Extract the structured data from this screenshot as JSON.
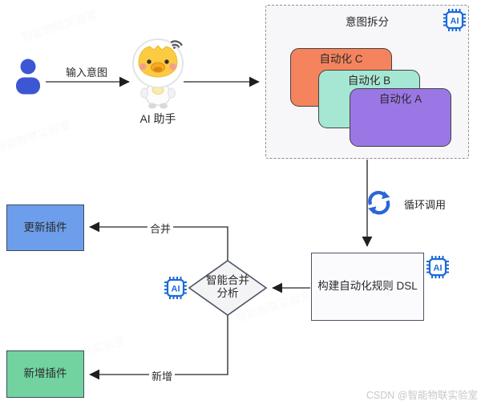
{
  "actors": {
    "assistant_label": "AI 助手"
  },
  "edges": {
    "input_intent": "输入意图",
    "loop_call": "循环调用",
    "merge": "合并",
    "add": "新增"
  },
  "intent_group": {
    "title": "意图拆分",
    "cards": [
      {
        "label": "自动化 C",
        "color": "#f5835d"
      },
      {
        "label": "自动化 B",
        "color": "#a6e7d3"
      },
      {
        "label": "自动化 A",
        "color": "#9b77e5"
      }
    ]
  },
  "nodes": {
    "dsl_box": "构建自动化规则 DSL",
    "merge_diamond_line1": "智能合并",
    "merge_diamond_line2": "分析",
    "update_plugin": "更新插件",
    "add_plugin": "新增插件"
  },
  "icons": {
    "ai_chip_label": "AI"
  },
  "colors": {
    "person_blue": "#3d56d4",
    "chip_blue": "#1b6bd8",
    "loop_blue": "#2a66d9",
    "update_box_blue": "#6d9eeb",
    "add_box_green": "#72d3a0",
    "line_gray": "#4a4a4a"
  },
  "watermark": {
    "corner": "CSDN @智能物联实验室",
    "diagonal": "智能物联实验室"
  }
}
